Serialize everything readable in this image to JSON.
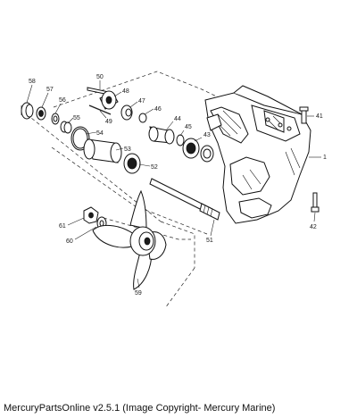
{
  "caption": "MercuryPartsOnline v2.5.1 (Image Copyright- Mercury Marine)",
  "callouts": [
    "58",
    "57",
    "56",
    "55",
    "54",
    "53",
    "52",
    "50",
    "49",
    "48",
    "47",
    "46",
    "45",
    "44",
    "43",
    "41",
    "1",
    "42",
    "51",
    "61",
    "60",
    "59"
  ]
}
